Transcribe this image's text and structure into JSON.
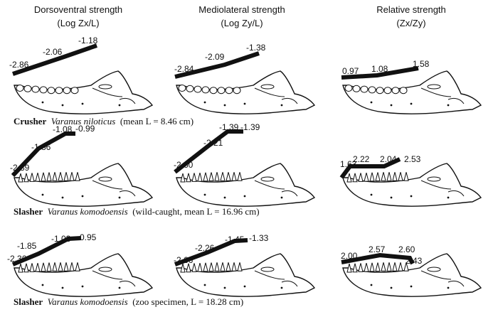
{
  "columns": [
    {
      "title": "Dorsoventral strength",
      "subtitle": "(Log Zx/L)"
    },
    {
      "title": "Mediolateral strength",
      "subtitle": "(Log Zy/L)"
    },
    {
      "title": "Relative strength",
      "subtitle": "(Zx/Zy)"
    }
  ],
  "rows": [
    {
      "type_label": "Crusher",
      "species": "Varanus niloticus",
      "note": "(mean L = 8.46 cm)",
      "jaw_style": "crusher",
      "panels": [
        {
          "values": [
            "-2.86",
            "-2.06",
            "-1.18"
          ]
        },
        {
          "values": [
            "-2.84",
            "-2.09",
            "-1.38"
          ]
        },
        {
          "values": [
            "0.97",
            "1.08",
            "1.58"
          ]
        }
      ]
    },
    {
      "type_label": "Slasher",
      "species": "Varanus komodoensis",
      "note": "(wild-caught, mean L = 16.96 cm)",
      "jaw_style": "slasher",
      "panels": [
        {
          "values": [
            "-2.39",
            "-1.86",
            "-1.08",
            "-0.99"
          ]
        },
        {
          "values": [
            "-2.60",
            "-2.21",
            "-1.39",
            "-1.39"
          ]
        },
        {
          "values": [
            "1.63",
            "2.22",
            "2.04",
            "2.53"
          ]
        }
      ]
    },
    {
      "type_label": "Slasher",
      "species": "Varanus komodoensis",
      "note": "(zoo specimen, L = 18.28 cm)",
      "jaw_style": "slasher",
      "panels": [
        {
          "values": [
            "-2.36",
            "-1.85",
            "-1.03",
            "-0.95"
          ]
        },
        {
          "values": [
            "-2.66",
            "-2.26",
            "-1.45",
            "-1.33"
          ]
        },
        {
          "values": [
            "2.00",
            "2.57",
            "2.60",
            "2.43"
          ]
        }
      ]
    }
  ]
}
